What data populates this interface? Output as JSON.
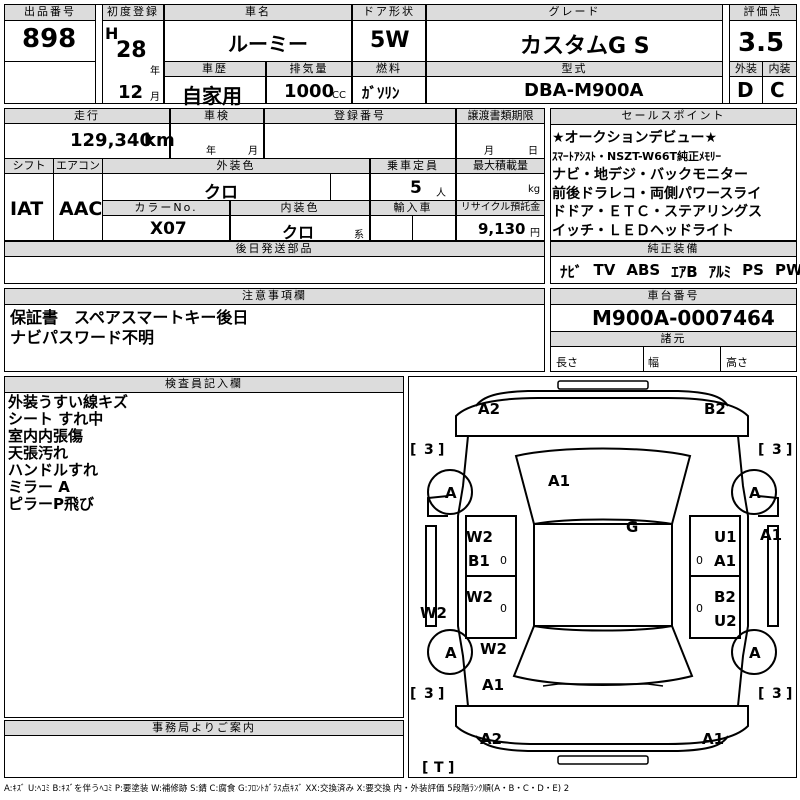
{
  "header": {
    "lot_no_label": "出品番号",
    "lot_no": "898",
    "first_reg_label": "初度登録",
    "era": "H",
    "year": "28",
    "year_unit": "年",
    "month": "12",
    "month_unit": "月",
    "car_name_label": "車名",
    "car_name": "ルーミー",
    "door_label": "ドア形状",
    "door": "5W",
    "grade_label": "グレード",
    "grade": "カスタムG S",
    "score_label": "評価点",
    "score": "3.5",
    "history_label": "車歴",
    "history": "自家用",
    "displacement_label": "排気量",
    "displacement": "1000",
    "displacement_unit": "CC",
    "fuel_label": "燃料",
    "fuel": "ｶﾞｿﾘﾝ",
    "model_label": "型式",
    "model": "DBA-M900A",
    "exterior_label": "外装",
    "exterior": "D",
    "interior_label": "内装",
    "interior": "C"
  },
  "specs": {
    "mileage_label": "走行",
    "mileage": "129,340",
    "mileage_unit": "km",
    "inspection_label": "車検",
    "year_unit": "年",
    "month_unit": "月",
    "reg_no_label": "登録番号",
    "transfer_label": "譲渡書類期限",
    "transfer_month_unit": "月",
    "transfer_day_unit": "日",
    "shift_label": "シフト",
    "shift": "IAT",
    "ac_label": "エアコン",
    "ac": "AAC",
    "ext_color_label": "外装色",
    "ext_color": "クロ",
    "capacity_label": "乗車定員",
    "capacity": "5",
    "capacity_unit": "人",
    "load_label": "最大積載量",
    "load_unit": "kg",
    "color_no_label": "カラーNo.",
    "color_no": "X07",
    "int_color_label": "内装色",
    "int_color": "クロ",
    "int_color_unit": "系",
    "import_label": "輸入車",
    "recycle_label": "リサイクル預託金",
    "recycle": "9,130",
    "recycle_unit": "円",
    "later_parts_label": "後日発送部品"
  },
  "sales_points": {
    "label": "セールスポイント",
    "lines": [
      "★オークションデビュー★",
      "ｽﾏｰﾄｱｼｽﾄ・NSZT-W66T純正ﾒﾓﾘｰ",
      "ナビ・地デジ・バックモニター",
      "前後ドラレコ・両側パワースライ",
      "ドドア・ＥＴＣ・ステアリングス",
      "イッチ・ＬＥＤヘッドライト"
    ]
  },
  "equipment": {
    "label": "純正装備",
    "items": [
      "ﾅﾋﾞ",
      "TV",
      "ABS",
      "ｴｱB",
      "ｱﾙﾐ",
      "PS",
      "PW"
    ]
  },
  "notes": {
    "label": "注意事項欄",
    "lines": [
      "保証書　スペアスマートキー後日",
      "ナビパスワード不明"
    ]
  },
  "chassis": {
    "label": "車台番号",
    "value": "M900A-0007464",
    "dims_label": "諸元",
    "length_label": "長さ",
    "width_label": "幅",
    "height_label": "高さ"
  },
  "inspector": {
    "label": "検査員記入欄",
    "lines": [
      "外装うすい線キズ",
      "シート すれ中",
      "室内内張傷",
      "天張汚れ",
      "ハンドルすれ",
      "ミラー A",
      "ピラーP飛び"
    ]
  },
  "office": {
    "label": "事務局よりご案内"
  },
  "diagram": {
    "marks": {
      "front_left": "A2",
      "front_right": "B2",
      "windshield": "A1",
      "roof": "G",
      "rear_left": "A2",
      "rear_right": "A1",
      "left_front_door": "W2",
      "left_front_door_2": "B1",
      "left_rear_door": "W2",
      "left_rear_door_2": "W2",
      "left_rear_quarter": "A1",
      "left_side": "W2",
      "right_front_door": "U1",
      "right_front_door_2": "A1",
      "right_rear_door": "B2",
      "right_rear_door_2": "U2",
      "right_side": "A1",
      "wheel_fl": "A",
      "wheel_fr": "A",
      "wheel_rl": "A",
      "wheel_rr": "A",
      "tire_fl": "3",
      "tire_fr": "3",
      "tire_rl": "3",
      "tire_rr": "3",
      "tire_t": "T",
      "zero": "0"
    }
  },
  "legend": "A:ｷｽﾞ U:ﾍｺﾐ B:ｷｽﾞを伴うﾍｺﾐ P:要塗装 W:補修跡 S:錆 C:腐食 G:ﾌﾛﾝﾄｶﾞﾗｽ点ｷｽﾞ XX:交換済み X:要交換 内・外装評価 5段階ﾗﾝｸ順(A・B・C・D・E) 2"
}
